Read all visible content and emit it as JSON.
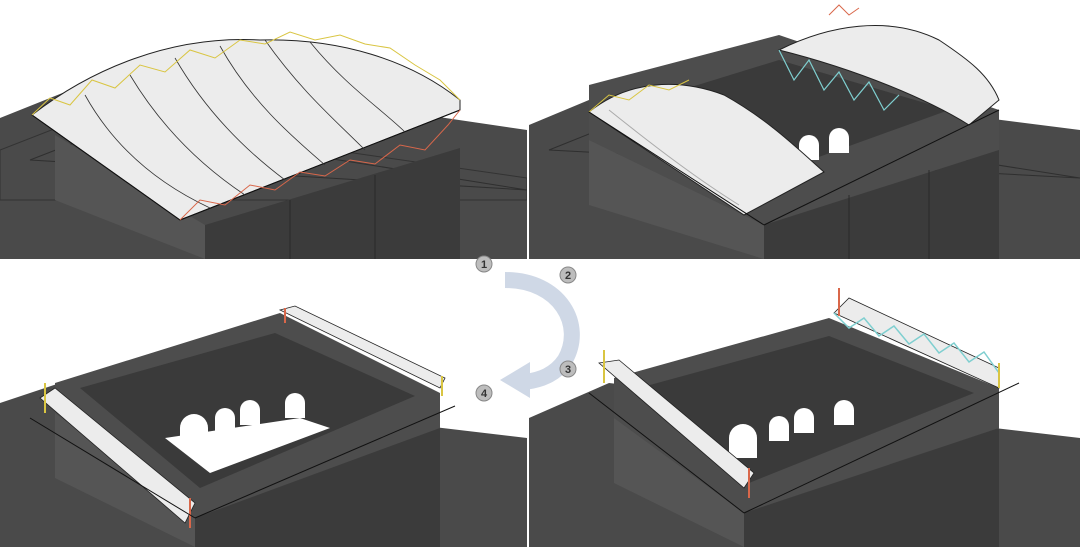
{
  "steps": [
    {
      "id": "step-1",
      "label": "1"
    },
    {
      "id": "step-2",
      "label": "2"
    },
    {
      "id": "step-3",
      "label": "3"
    },
    {
      "id": "step-4",
      "label": "4"
    }
  ],
  "colors": {
    "wall_dark": "#3c3c3c",
    "wall_top": "#555555",
    "ground": "#4a4a4a",
    "membrane": "#ececec",
    "arrow": "#cfd8e6",
    "truss_cyan": "#7fcfd0",
    "truss_yellow": "#d9c542",
    "truss_red": "#d9674a"
  },
  "panels": [
    {
      "name": "panel-roof-closed"
    },
    {
      "name": "panel-roof-half-open"
    },
    {
      "name": "panel-roof-fully-open"
    },
    {
      "name": "panel-roof-opening"
    }
  ]
}
